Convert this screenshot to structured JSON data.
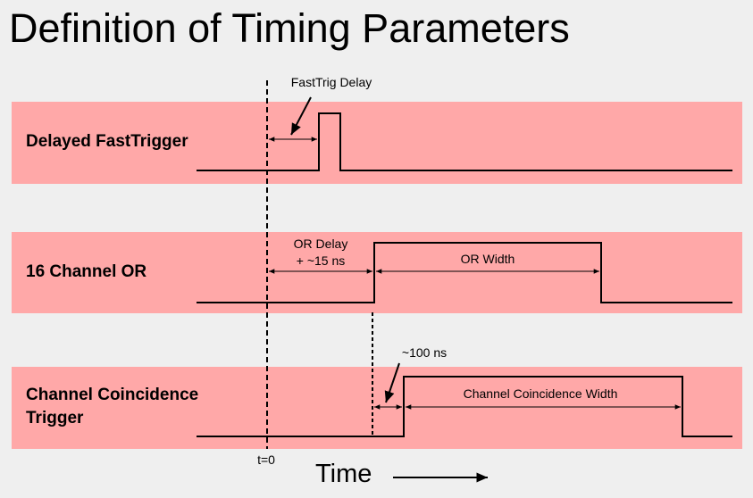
{
  "title": "Definition of Timing Parameters",
  "signals": [
    {
      "label": "Delayed FastTrigger"
    },
    {
      "label": "16 Channel OR"
    },
    {
      "label_line1": "Channel Coincidence",
      "label_line2": "Trigger"
    }
  ],
  "annotations": {
    "fasttrig_delay": "FastTrig Delay",
    "or_delay_line1": "OR Delay",
    "or_delay_line2": "+ ~15 ns",
    "or_width": "OR Width",
    "coincidence_delay": "~100 ns",
    "coincidence_width": "Channel Coincidence Width",
    "t0": "t=0"
  },
  "time_axis_label": "Time",
  "colors": {
    "background": "#efefef",
    "band": "#ffa8a8",
    "line": "#000000"
  }
}
